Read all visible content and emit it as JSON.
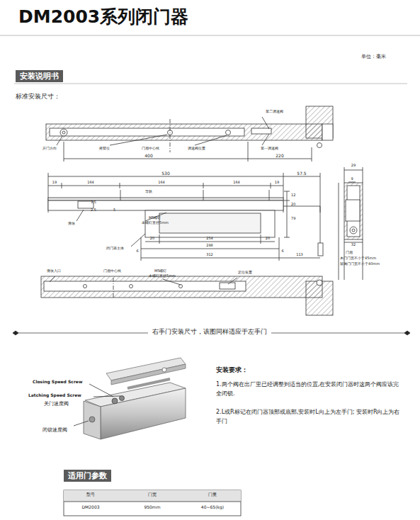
{
  "diagram": {
    "title": "DM2003系列闭门器",
    "nodes": [
      {
        "text": [
          "安装说明书"
        ]
      },
      {
        "text": [
          "适用门参数"
        ]
      }
    ],
    "labels": [
      "单位：毫米",
      "标准安装尺寸：",
      "第二调速阀",
      "开门方向",
      "摇臂位",
      "门扇中心线",
      "调速阀位置",
      "第一调速阀",
      "400",
      "220",
      "530",
      "57.5",
      "19",
      "164",
      "164",
      "164",
      "19",
      "导轨",
      "3.5",
      "2.5",
      "5",
      "滑块",
      "M5螺钉",
      "本螺钉直径5mm",
      "闭门器主体",
      "20",
      "254",
      "20",
      "298",
      "6",
      "312",
      "6",
      "113",
      "12",
      "20",
      "79",
      "29",
      "9",
      "32",
      "门扇",
      "木门门宽不小于45mm",
      "玻璃门门宽不小于40mm",
      "滑块入口",
      "门扇中心线",
      "M5螺钉",
      "本螺钉直径5mm",
      "定位装置",
      "右手门安装尺寸，该图同样适应于左手门",
      "Closing Speed Screw",
      "Latching Speed Screw",
      "关门速度阀",
      "闭锁速度阀",
      "安装要求：",
      "1.两个阀在出厂里已经调整到适当的位置,在安装闭门器时这两个阀应该完全闭锁.",
      "2.L或R标记在闭门器顶部或底部,安装时L向上为左手门; 安装时R向上为右手门",
      "型号",
      "门宽",
      "门重",
      "DM2003",
      "950mm",
      "40~65(kg)"
    ]
  }
}
